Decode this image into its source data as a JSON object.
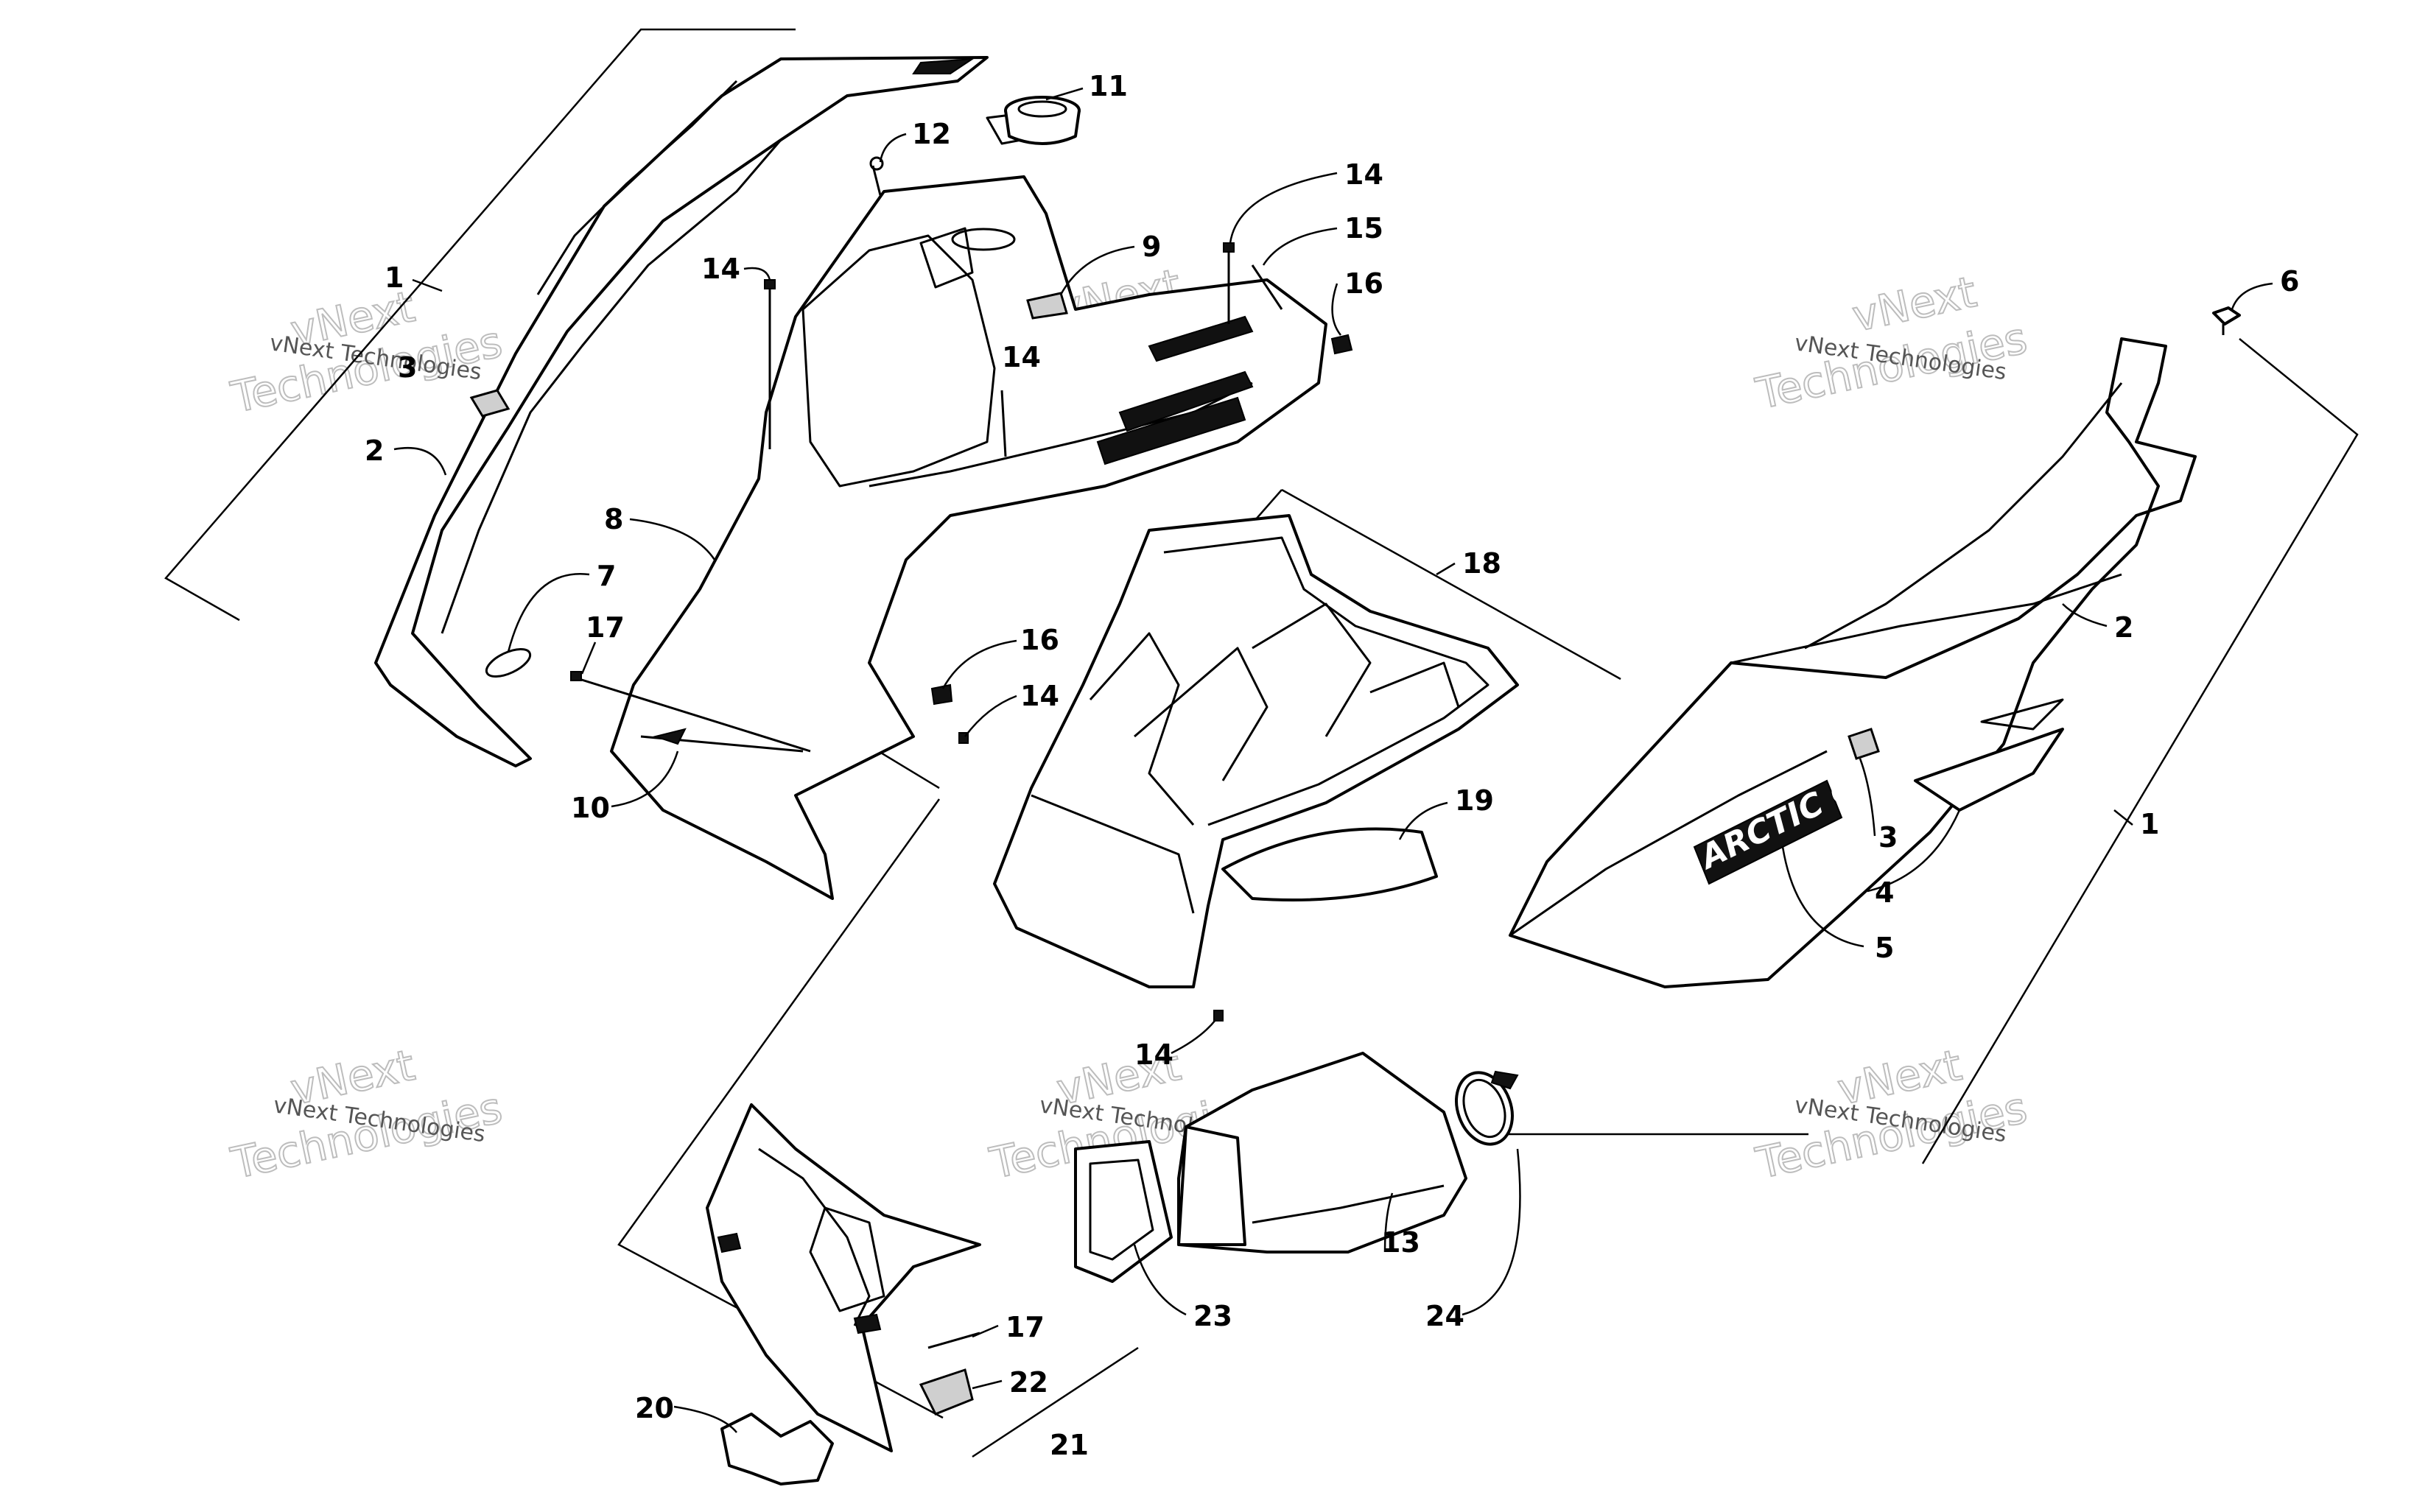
{
  "callouts": [
    {
      "id": "c1a",
      "label": "1"
    },
    {
      "id": "c2a",
      "label": "2"
    },
    {
      "id": "c3a",
      "label": "3"
    },
    {
      "id": "c7",
      "label": "7"
    },
    {
      "id": "c17a",
      "label": "17"
    },
    {
      "id": "c8",
      "label": "8"
    },
    {
      "id": "c10",
      "label": "10"
    },
    {
      "id": "c11",
      "label": "11"
    },
    {
      "id": "c12",
      "label": "12"
    },
    {
      "id": "c14a",
      "label": "14"
    },
    {
      "id": "c14b",
      "label": "14"
    },
    {
      "id": "c9",
      "label": "9"
    },
    {
      "id": "c14c",
      "label": "14"
    },
    {
      "id": "c15",
      "label": "15"
    },
    {
      "id": "c16a",
      "label": "16"
    },
    {
      "id": "c16b",
      "label": "16"
    },
    {
      "id": "c14d",
      "label": "14"
    },
    {
      "id": "c18",
      "label": "18"
    },
    {
      "id": "c19",
      "label": "19"
    },
    {
      "id": "c14e",
      "label": "14"
    },
    {
      "id": "c6",
      "label": "6"
    },
    {
      "id": "c2b",
      "label": "2"
    },
    {
      "id": "c3b",
      "label": "3"
    },
    {
      "id": "c4",
      "label": "4"
    },
    {
      "id": "c5",
      "label": "5"
    },
    {
      "id": "c1b",
      "label": "1"
    },
    {
      "id": "c13",
      "label": "13"
    },
    {
      "id": "c23",
      "label": "23"
    },
    {
      "id": "c24",
      "label": "24"
    },
    {
      "id": "c17b",
      "label": "17"
    },
    {
      "id": "c22",
      "label": "22"
    },
    {
      "id": "c20",
      "label": "20"
    },
    {
      "id": "c21",
      "label": "21"
    }
  ],
  "decal_text": "ARCTIC CAT",
  "watermark": {
    "line1": "vNext Technologies",
    "line2_a": "vNext",
    "line2_b": "Technologies"
  },
  "colors": {
    "ink": "#000000",
    "background": "#ffffff",
    "watermark": "#bdbdbd"
  }
}
